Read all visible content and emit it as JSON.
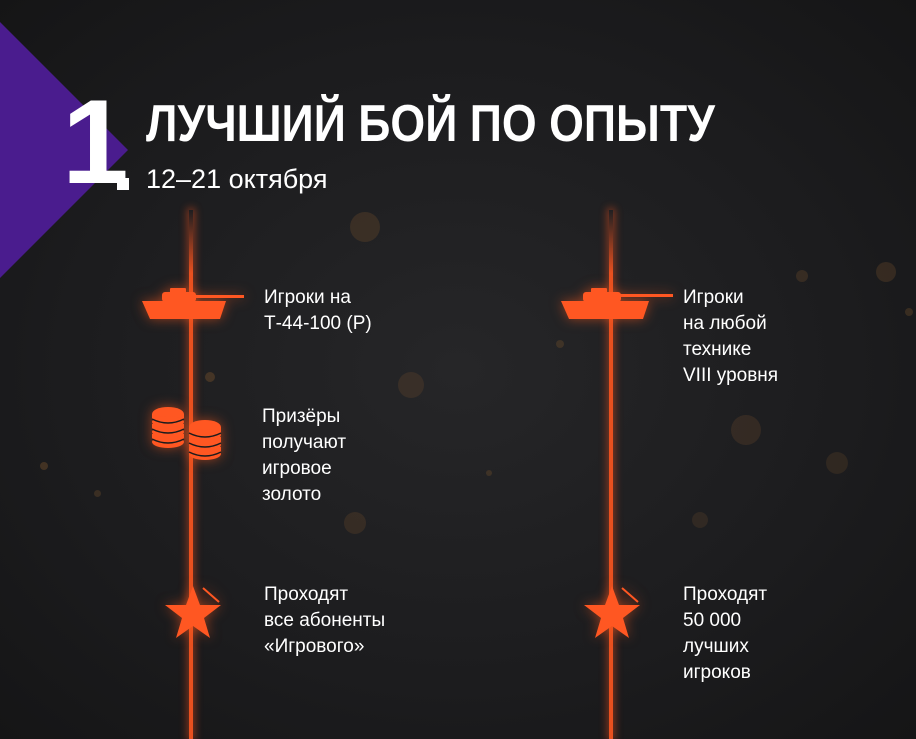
{
  "header": {
    "number": "1",
    "title": "ЛУЧШИЙ БОЙ ПО ОПЫТУ",
    "dates": "12–21 октября"
  },
  "left_column": {
    "items": [
      {
        "icon": "tank-icon",
        "text": "Игроки на\nТ-44-100 (Р)"
      },
      {
        "icon": "gold-coins-icon",
        "text": "Призёры\nполучают\nигровое\nзолото"
      },
      {
        "icon": "star-icon",
        "text": "Проходят\nвсе абоненты\n«Игрового»"
      }
    ]
  },
  "right_column": {
    "items": [
      {
        "icon": "tank-icon",
        "text": "Игроки\nна любой\nтехнике\nVIII уровня"
      },
      {
        "icon": "star-icon",
        "text": "Проходят\n50 000\nлучших\nигроков"
      }
    ]
  },
  "colors": {
    "accent": "#ff5722",
    "purple": "#4a1c8e",
    "background": "#1b1b1d",
    "text": "#ffffff"
  }
}
